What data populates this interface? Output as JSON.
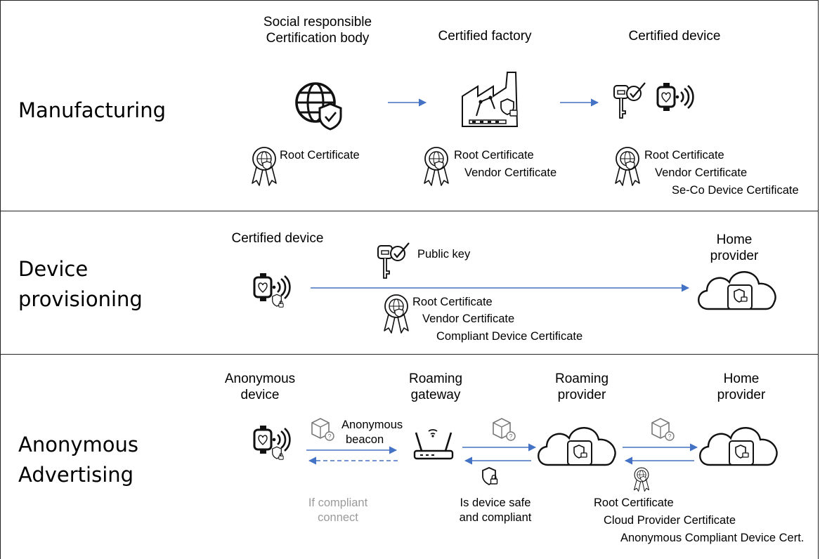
{
  "sections": {
    "manufacturing": "Manufacturing",
    "provisioning_1": "Device",
    "provisioning_2": "provisioning",
    "advertising_1": "Anonymous",
    "advertising_2": "Advertising"
  },
  "manufacturing": {
    "body_title_1": "Social responsible",
    "body_title_2": "Certification body",
    "factory_title": "Certified factory",
    "device_title": "Certified device",
    "body_certs": [
      "Root Certificate"
    ],
    "factory_certs": [
      "Root Certificate",
      "Vendor Certificate"
    ],
    "device_certs": [
      "Root Certificate",
      "Vendor Certificate",
      "Se-Co Device Certificate"
    ]
  },
  "provisioning": {
    "device_title": "Certified device",
    "provider_title_1": "Home",
    "provider_title_2": "provider",
    "key_label": "Public key",
    "certs": [
      "Root Certificate",
      "Vendor Certificate",
      "Compliant Device Certificate"
    ]
  },
  "advertising": {
    "device_title_1": "Anonymous",
    "device_title_2": "device",
    "gateway_title_1": "Roaming",
    "gateway_title_2": "gateway",
    "roaming_title_1": "Roaming",
    "roaming_title_2": "provider",
    "home_title_1": "Home",
    "home_title_2": "provider",
    "beacon_1": "Anonymous",
    "beacon_2": "beacon",
    "connect_1": "If compliant",
    "connect_2": "connect",
    "safe_1": "Is device safe",
    "safe_2": "and compliant",
    "certs": [
      "Root Certificate",
      "Cloud Provider Certificate",
      "Anonymous Compliant Device Cert."
    ]
  },
  "colors": {
    "arrow": "#4472c4",
    "border": "#222222",
    "muted": "#9a9a9a"
  }
}
